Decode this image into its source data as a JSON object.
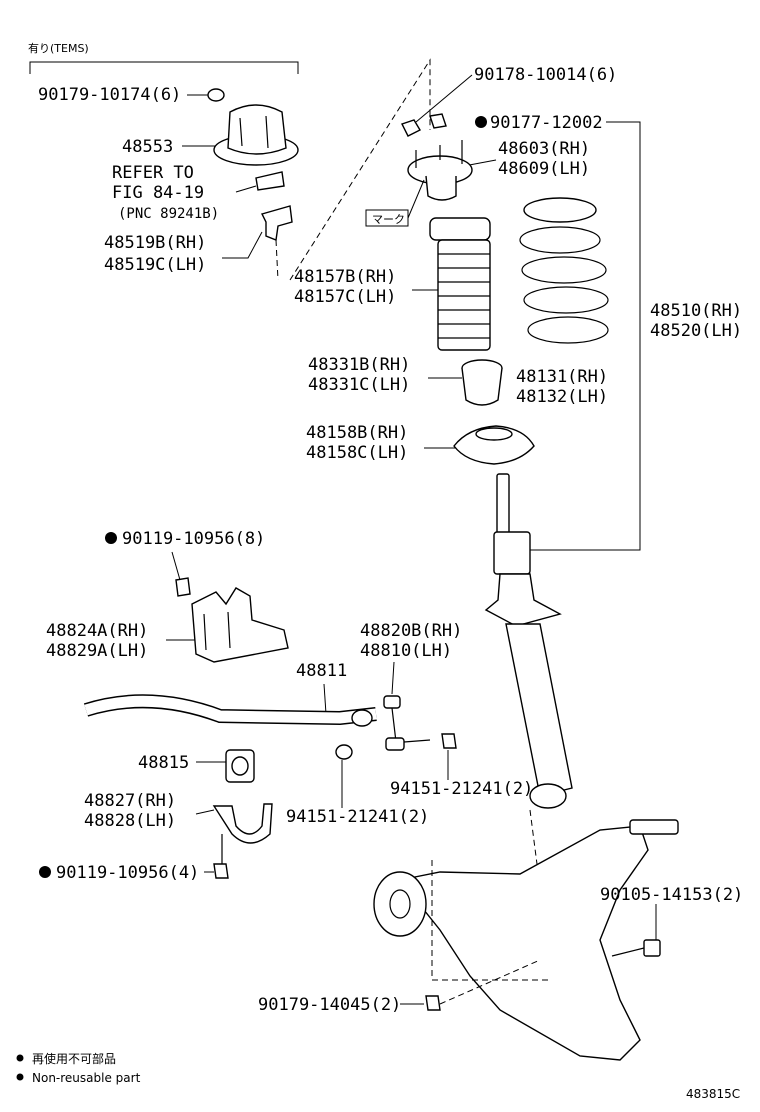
{
  "header_note": "有り(TEMS)",
  "labels": {
    "p90179_10174": "90179-10174(6)",
    "p48553": "48553",
    "refer1": "REFER TO",
    "refer2": "FIG 84-19",
    "refer3": "(PNC 89241B)",
    "p48519b": "48519B(RH)",
    "p48519c": "48519C(LH)",
    "p90178": "90178-10014(6)",
    "p90177": "90177-12002",
    "p48603": "48603(RH)",
    "p48609": "48609(LH)",
    "mark": "マーク",
    "p48157b": "48157B(RH)",
    "p48157c": "48157C(LH)",
    "p48510": "48510(RH)",
    "p48520": "48520(LH)",
    "p48331b": "48331B(RH)",
    "p48331c": "48331C(LH)",
    "p48131": "48131(RH)",
    "p48132": "48132(LH)",
    "p48158b": "48158B(RH)",
    "p48158c": "48158C(LH)",
    "p90119_8": "90119-10956(8)",
    "p48824a": "48824A(RH)",
    "p48829a": "48829A(LH)",
    "p48820b": "48820B(RH)",
    "p48810": "48810(LH)",
    "p48811": "48811",
    "p48815": "48815",
    "p94151_a": "94151-21241(2)",
    "p94151_b": "94151-21241(2)",
    "p48827": "48827(RH)",
    "p48828": "48828(LH)",
    "p90119_4": "90119-10956(4)",
    "p90105": "90105-14153(2)",
    "p90179_14045": "90179-14045(2)"
  },
  "legend": {
    "line1": "再使用不可部品",
    "line2": "Non-reusable part"
  },
  "figure_id": "483815C"
}
